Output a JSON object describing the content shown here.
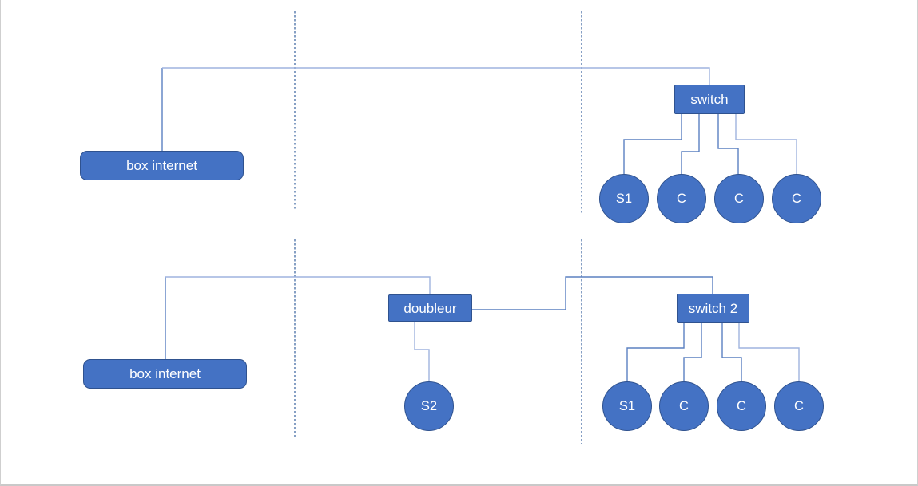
{
  "colors": {
    "node_fill": "#4472C4",
    "node_border": "#2F528F",
    "connector": "#5b80c1",
    "connector_light": "#9fb4df",
    "guide": "#36609c",
    "label_text": "#ffffff"
  },
  "diagram_top": {
    "box_internet": {
      "label": "box internet"
    },
    "switch": {
      "label": "switch"
    },
    "nodes": [
      {
        "label": "S1"
      },
      {
        "label": "C"
      },
      {
        "label": "C"
      },
      {
        "label": "C"
      }
    ]
  },
  "diagram_bottom": {
    "box_internet": {
      "label": "box internet"
    },
    "doubleur": {
      "label": "doubleur"
    },
    "switch2": {
      "label": "switch 2"
    },
    "s2": {
      "label": "S2"
    },
    "nodes": [
      {
        "label": "S1"
      },
      {
        "label": "C"
      },
      {
        "label": "C"
      },
      {
        "label": "C"
      }
    ]
  }
}
